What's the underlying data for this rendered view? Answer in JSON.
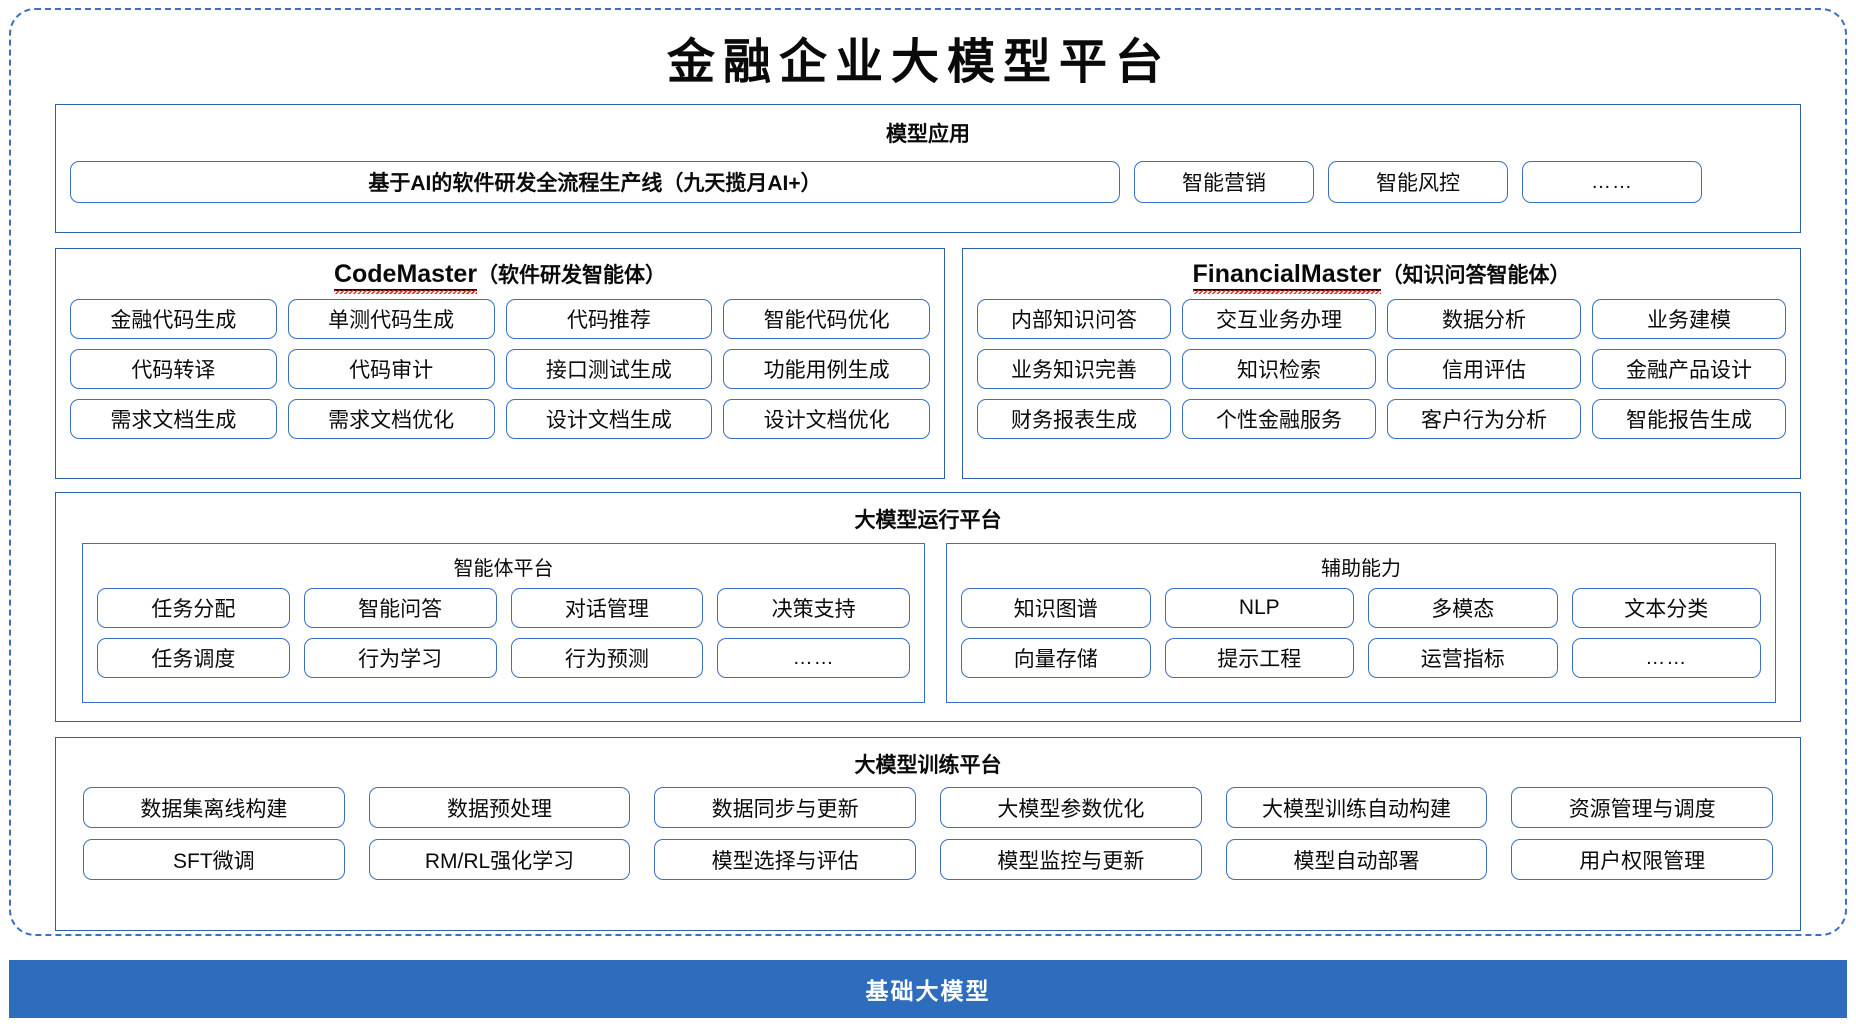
{
  "title": "金融企业大模型平台",
  "colors": {
    "frame_border": "#3A6FC4",
    "panel_border": "#2F5FA8",
    "chip_border": "#3A6FC4",
    "base_bar_bg": "#2E6CBE",
    "spellcheck_underline": "#E8231F"
  },
  "sections": {
    "apps": {
      "title": "模型应用",
      "items": [
        "基于AI的软件研发全流程生产线（九天揽月AI+）",
        "智能营销",
        "智能风控",
        "……"
      ]
    },
    "code_master": {
      "title_latin": "CodeMaster",
      "title_cn": "（软件研发智能体）",
      "rows": [
        [
          "金融代码生成",
          "单测代码生成",
          "代码推荐",
          "智能代码优化"
        ],
        [
          "代码转译",
          "代码审计",
          "接口测试生成",
          "功能用例生成"
        ],
        [
          "需求文档生成",
          "需求文档优化",
          "设计文档生成",
          "设计文档优化"
        ]
      ]
    },
    "financial_master": {
      "title_latin": "FinancialMaster",
      "title_cn": "（知识问答智能体）",
      "rows": [
        [
          "内部知识问答",
          "交互业务办理",
          "数据分析",
          "业务建模"
        ],
        [
          "业务知识完善",
          "知识检索",
          "信用评估",
          "金融产品设计"
        ],
        [
          "财务报表生成",
          "个性金融服务",
          "客户行为分析",
          "智能报告生成"
        ]
      ]
    },
    "runtime": {
      "title": "大模型运行平台",
      "agent_platform": {
        "title": "智能体平台",
        "rows": [
          [
            "任务分配",
            "智能问答",
            "对话管理",
            "决策支持"
          ],
          [
            "任务调度",
            "行为学习",
            "行为预测",
            "……"
          ]
        ]
      },
      "auxiliary": {
        "title": "辅助能力",
        "rows": [
          [
            "知识图谱",
            "NLP",
            "多模态",
            "文本分类"
          ],
          [
            "向量存储",
            "提示工程",
            "运营指标",
            "……"
          ]
        ]
      }
    },
    "training": {
      "title": "大模型训练平台",
      "rows": [
        [
          "数据集离线构建",
          "数据预处理",
          "数据同步与更新",
          "大模型参数优化",
          "大模型训练自动构建",
          "资源管理与调度"
        ],
        [
          "SFT微调",
          "RM/RL强化学习",
          "模型选择与评估",
          "模型监控与更新",
          "模型自动部署",
          "用户权限管理"
        ]
      ]
    }
  },
  "base_bar": {
    "label": "基础大模型"
  }
}
